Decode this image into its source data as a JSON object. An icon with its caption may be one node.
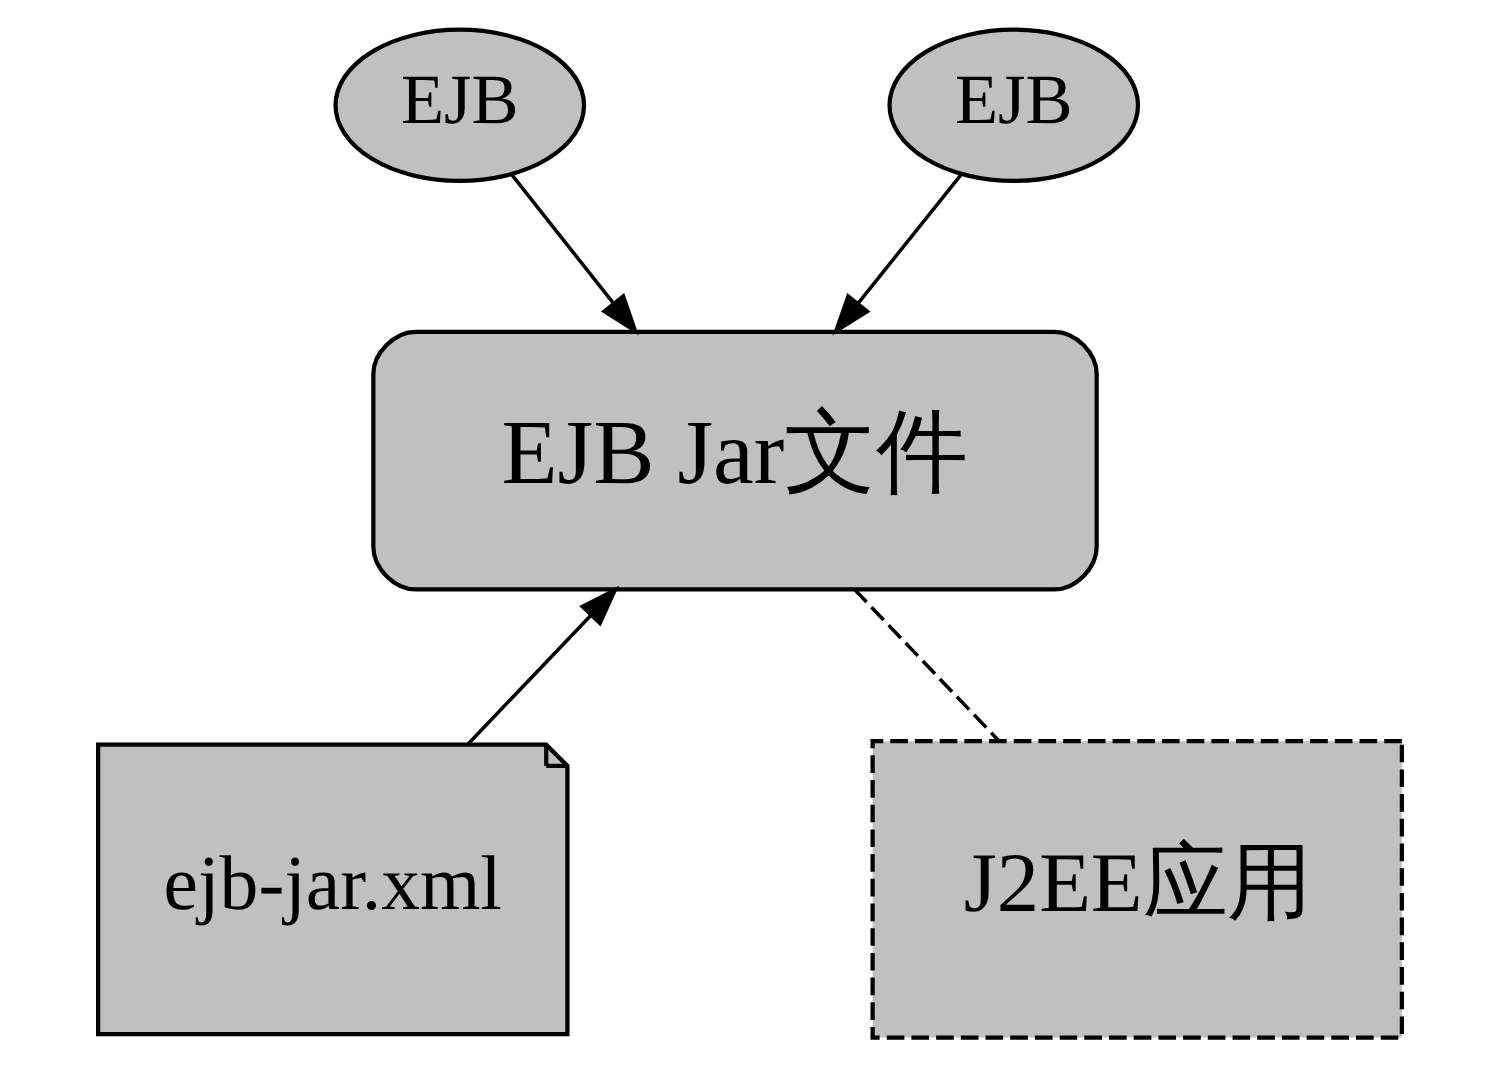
{
  "diagram": {
    "nodes": [
      {
        "text": [
          "EJB"
        ]
      },
      {
        "text": [
          "EJB"
        ]
      },
      {
        "text": [
          "EJB Jar文件"
        ]
      },
      {
        "text": [
          "ejb-jar.xml"
        ]
      },
      {
        "text": [
          "J2EE应用"
        ]
      }
    ],
    "edges": [
      {
        "from": 0,
        "to": 2,
        "arrow": "to"
      },
      {
        "from": 1,
        "to": 2,
        "arrow": "to"
      },
      {
        "from": 3,
        "to": 2,
        "arrow": "to"
      },
      {
        "from": 2,
        "to": 4,
        "arrow": "none",
        "style": "dashed"
      }
    ]
  }
}
